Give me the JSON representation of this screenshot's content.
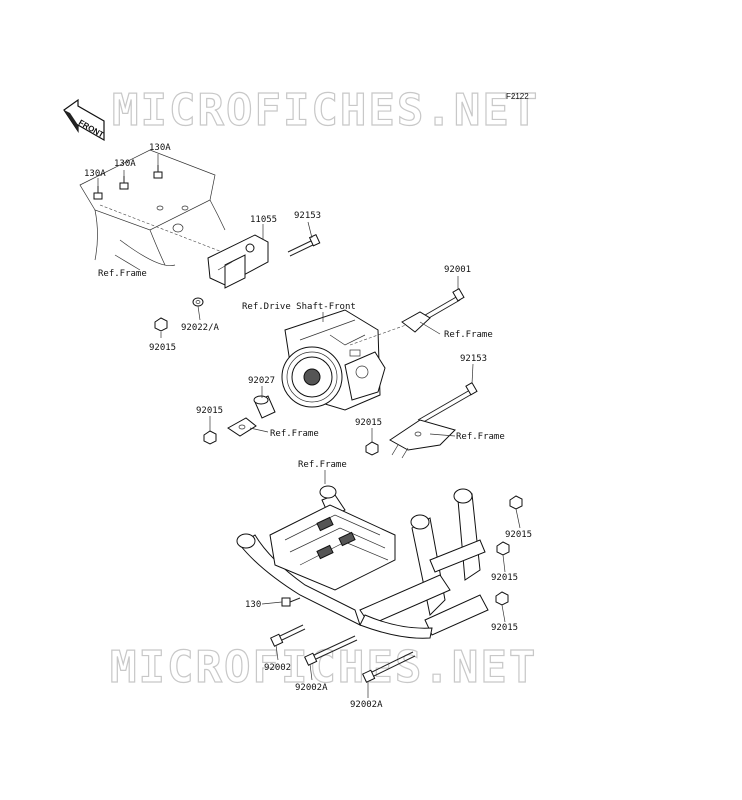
{
  "diagram_code": "F2122",
  "watermark": "MICROFICHES.NET",
  "front_label": "FRONT",
  "parts": {
    "p130A_1": "130A",
    "p130A_2": "130A",
    "p130A_3": "130A",
    "p11055": "11055",
    "p92153_top": "92153",
    "ref_frame_left": "Ref.Frame",
    "p92022A": "92022/A",
    "p92015_left": "92015",
    "ref_drive_shaft": "Ref.Drive Shaft-Front",
    "p92001": "92001",
    "ref_frame_right_top": "Ref.Frame",
    "p92027": "92027",
    "p92153_right": "92153",
    "p92015_mid_left": "92015",
    "ref_frame_mid": "Ref.Frame",
    "p92015_mid_right": "92015",
    "ref_frame_right": "Ref.Frame",
    "ref_frame_bottom": "Ref.Frame",
    "p92015_r1": "92015",
    "p92015_r2": "92015",
    "p92015_r3": "92015",
    "p130": "130",
    "p92002": "92002",
    "p92002A_1": "92002A",
    "p92002A_2": "92002A"
  }
}
